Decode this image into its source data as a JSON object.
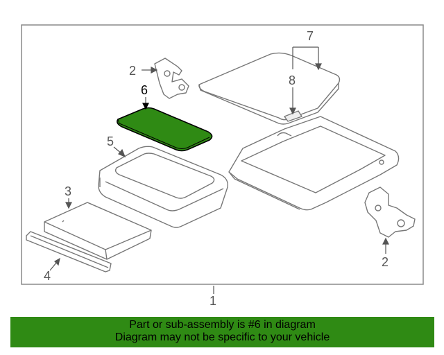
{
  "callouts": {
    "part_1": "1",
    "part_2_left": "2",
    "part_2_right": "2",
    "part_3": "3",
    "part_4": "4",
    "part_5": "5",
    "part_6": "6",
    "part_7": "7",
    "part_8": "8"
  },
  "highlight_color": "#2f8a14",
  "banner": {
    "line1": "Part or sub-assembly is #6 in diagram",
    "line2": "Diagram may not be specific to your vehicle",
    "background_color": "#2f8a14"
  }
}
